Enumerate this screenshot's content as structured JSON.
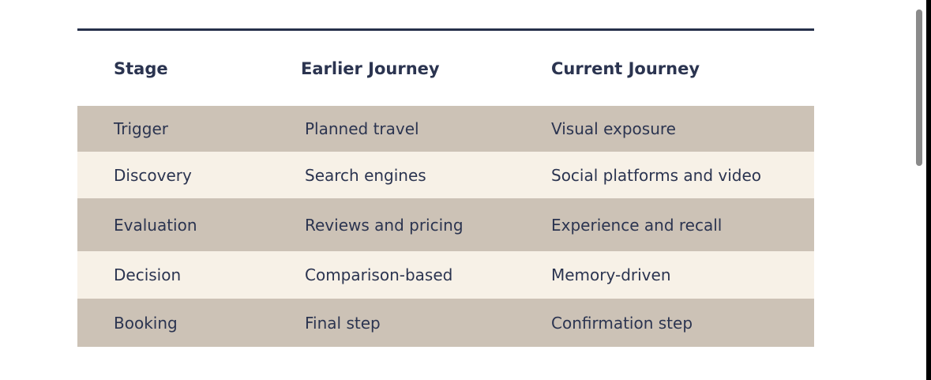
{
  "table": {
    "headers": [
      "Stage",
      "Earlier Journey",
      "Current Journey"
    ],
    "rows": [
      [
        "Trigger",
        "Planned travel",
        "Visual exposure"
      ],
      [
        "Discovery",
        "Search engines",
        "Social platforms and video"
      ],
      [
        "Evaluation",
        "Reviews and pricing",
        "Experience and recall"
      ],
      [
        "Decision",
        "Comparison-based",
        "Memory-driven"
      ],
      [
        "Booking",
        "Final step",
        "Confirmation step"
      ]
    ]
  },
  "colors": {
    "header_rule": "#26304a",
    "text": "#2b3450",
    "row_dark": "#ccc2b6",
    "row_light": "#f7f1e7"
  }
}
